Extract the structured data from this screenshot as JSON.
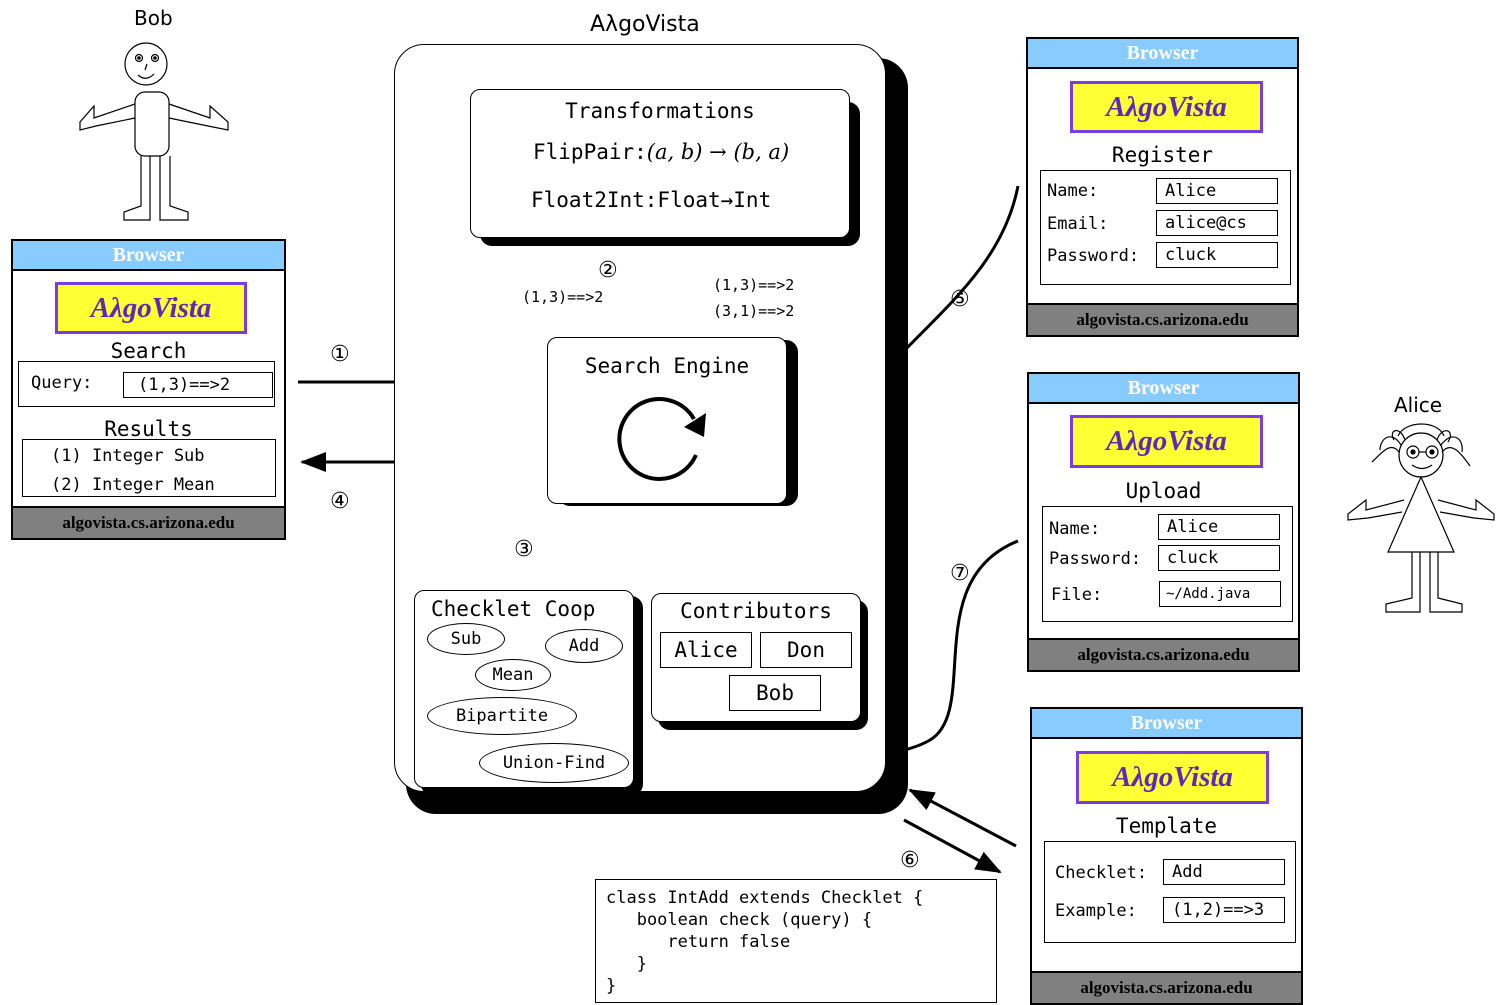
{
  "title": "AλgoVista",
  "people": {
    "bob": {
      "name": "Bob"
    },
    "alice": {
      "name": "Alice"
    }
  },
  "browsers": {
    "bar_title": "Browser",
    "logo": "AλgoVista",
    "footer": "algovista.cs.arizona.edu",
    "search": {
      "heading": "Search",
      "query_label": "Query:",
      "query_value": "(1,3)==>2",
      "results_heading": "Results",
      "results": [
        "(1) Integer Sub",
        "(2) Integer Mean"
      ]
    },
    "register": {
      "heading": "Register",
      "fields": [
        {
          "label": "Name:",
          "value": "Alice"
        },
        {
          "label": "Email:",
          "value": "alice@cs"
        },
        {
          "label": "Password:",
          "value": "cluck"
        }
      ]
    },
    "upload": {
      "heading": "Upload",
      "fields": [
        {
          "label": "Name:",
          "value": "Alice"
        },
        {
          "label": "Password:",
          "value": "cluck"
        },
        {
          "label": "File:",
          "value": "~/Add.java"
        }
      ]
    },
    "template": {
      "heading": "Template",
      "fields": [
        {
          "label": "Checklet:",
          "value": "Add"
        },
        {
          "label": "Example:",
          "value": "(1,2)==>3"
        }
      ]
    }
  },
  "system": {
    "transformations": {
      "title": "Transformations",
      "flip_name": "FlipPair:",
      "flip_math": "(a, b) → (b, a)",
      "float_line": "Float2Int:Float→Int"
    },
    "search_engine": {
      "title": "Search Engine"
    },
    "checklet_coop": {
      "title": "Checklet Coop",
      "items": [
        "Sub",
        "Add",
        "Mean",
        "Bipartite",
        "Union-Find"
      ]
    },
    "contributors": {
      "title": "Contributors",
      "names": [
        "Alice",
        "Don",
        "Bob"
      ]
    },
    "query_labels": {
      "to_transform": "(1,3)==>2",
      "from_transform": [
        "(1,3)==>2",
        "(3,1)==>2"
      ]
    }
  },
  "steps": [
    "①",
    "②",
    "③",
    "④",
    "⑤",
    "⑥",
    "⑦"
  ],
  "code": [
    "class IntAdd extends Checklet {",
    "   boolean check (query) {",
    "      return false",
    "   }",
    "}"
  ]
}
